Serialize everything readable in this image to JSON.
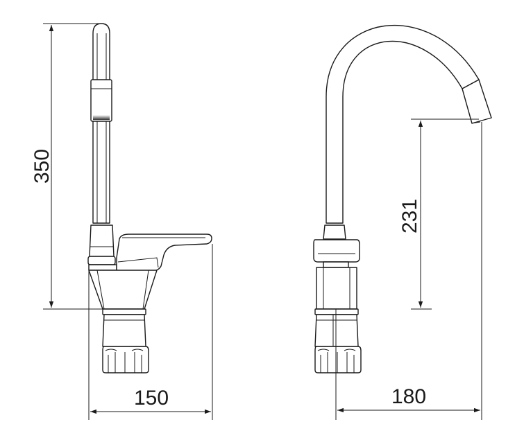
{
  "dimensions": {
    "height_total": "350",
    "outlet_height": "231",
    "base_width": "150",
    "reach": "180"
  }
}
